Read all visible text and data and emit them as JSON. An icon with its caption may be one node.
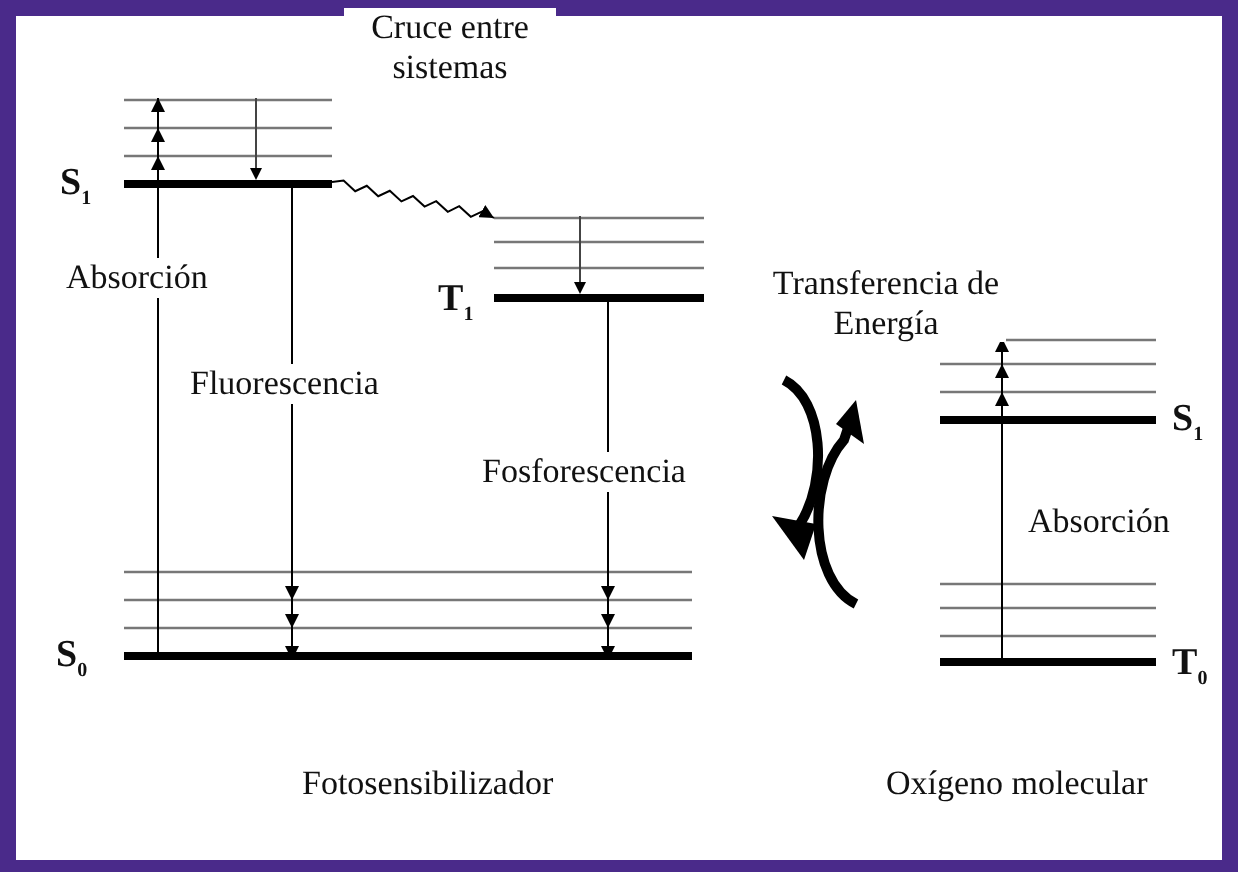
{
  "diagram": {
    "nodes": [
      {
        "text": [],
        "shape": "bar",
        "beside": [
          "S$_{1}$"
        ]
      },
      {
        "text": [],
        "shape": "bar",
        "beside": [
          "T$_{1}$"
        ]
      },
      {
        "text": [],
        "shape": "bar",
        "beside": [
          "S$_{0}$"
        ]
      },
      {
        "text": [],
        "shape": "bar",
        "beside": [
          "S$_{1}$"
        ]
      },
      {
        "text": [],
        "shape": "bar",
        "beside": [
          "T$_{0}$"
        ]
      }
    ],
    "edges": [
      {
        "from": 0,
        "to": 1,
        "arrow": "to",
        "label": "Cruce entre sistemas"
      },
      {
        "from": 2,
        "to": 0,
        "arrow": "to",
        "label": "Absorción"
      },
      {
        "from": 0,
        "to": 2,
        "arrow": "to",
        "label": "Fluorescencia"
      },
      {
        "from": 1,
        "to": 2,
        "arrow": "to",
        "label": "Fosforescencia"
      },
      {
        "from": 4,
        "to": 3,
        "arrow": "to",
        "label": "Absorción"
      }
    ],
    "labels": [
      "Transferencia de Energía",
      "Fotosensibilizador",
      "Oxígeno molecular"
    ]
  }
}
